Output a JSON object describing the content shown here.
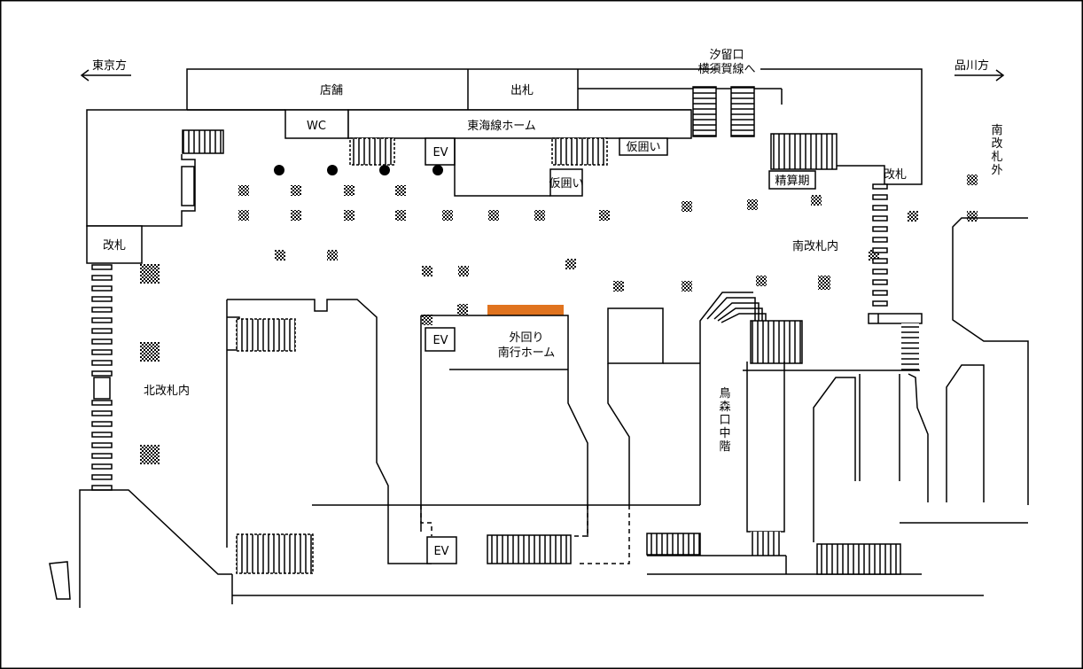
{
  "directions": {
    "tokyo": "東京方",
    "shinagawa": "品川方"
  },
  "exits": {
    "shiodome": [
      "汐留口",
      "横須賀線へ"
    ]
  },
  "facilities": {
    "shop": "店舗",
    "exit_gate": "出札",
    "wc": "WC",
    "tokaido_platform": "東海線ホーム",
    "ev": "EV",
    "temporary_enclosure": "仮囲い",
    "fare_adjustment": "精算期",
    "gate": "改札",
    "sotomawari_platform": [
      "外回り",
      "南行ホーム"
    ]
  },
  "areas": {
    "south_gate_outside": [
      "南",
      "改",
      "札",
      "外"
    ],
    "south_gate_inside": "南改札内",
    "north_gate_inside": "北改札内",
    "karasumori_mezzanine": [
      "鳥",
      "森",
      "口",
      "中",
      "階"
    ]
  },
  "colors": {
    "highlight": "#e0731e",
    "line": "#000000",
    "background": "#ffffff"
  }
}
